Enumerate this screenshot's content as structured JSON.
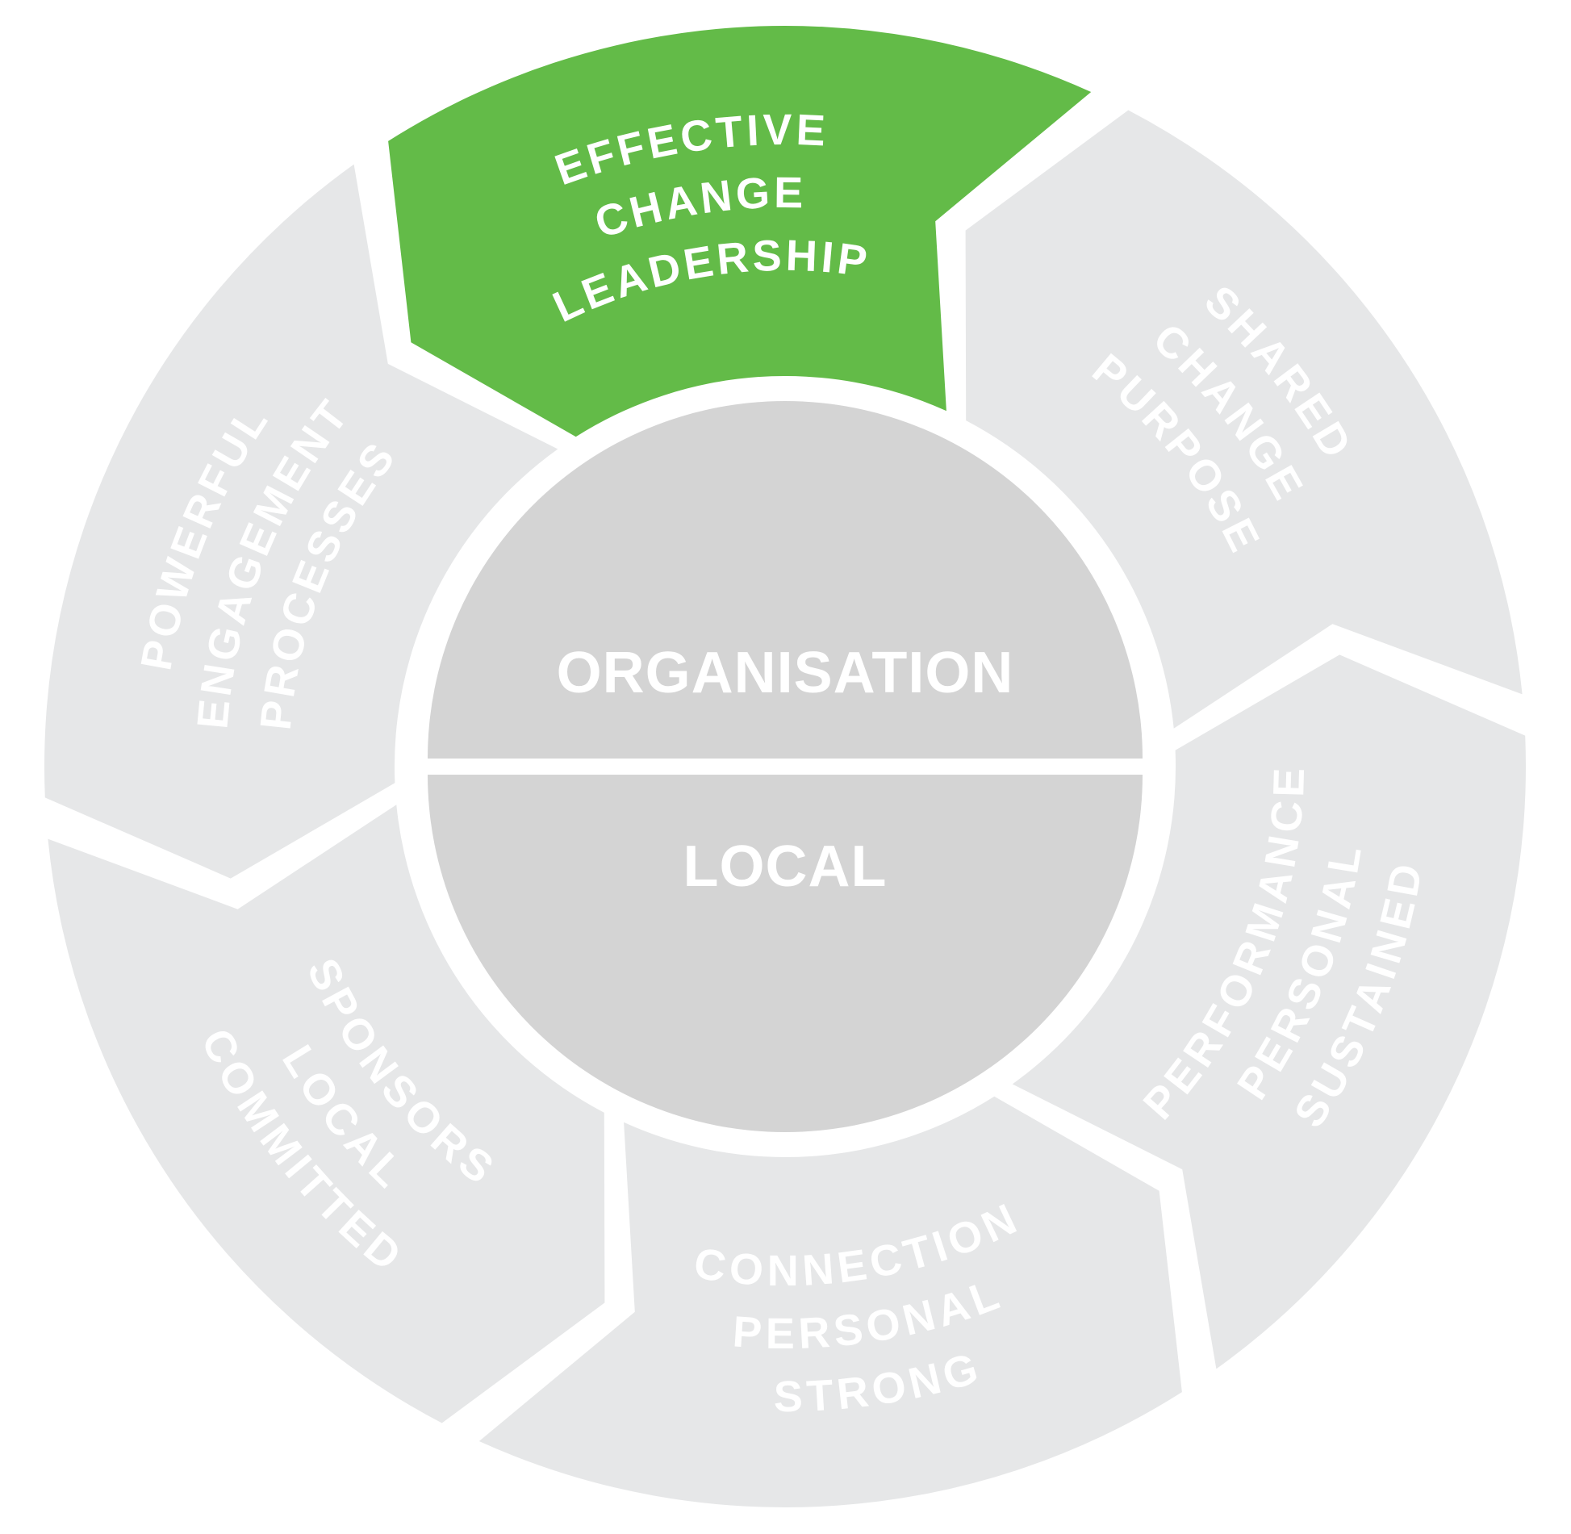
{
  "colors": {
    "highlight": "#63bb48",
    "segment": "#e6e7e8",
    "core": "#d4d4d4",
    "segment_text": "#ffffff",
    "background": "#ffffff"
  },
  "segments": [
    {
      "id": "leadership",
      "lines": [
        "EFFECTIVE",
        "CHANGE",
        "LEADERSHIP"
      ],
      "highlighted": true
    },
    {
      "id": "engagement",
      "lines": [
        "POWERFUL",
        "ENGAGEMENT",
        "PROCESSES"
      ],
      "highlighted": false
    },
    {
      "id": "sponsors",
      "lines": [
        "COMMITTED",
        "LOCAL",
        "SPONSORS"
      ],
      "highlighted": false
    },
    {
      "id": "connection",
      "lines": [
        "STRONG",
        "PERSONAL",
        "CONNECTION"
      ],
      "highlighted": false
    },
    {
      "id": "performance",
      "lines": [
        "SUSTAINED",
        "PERSONAL",
        "PERFORMANCE"
      ],
      "highlighted": false
    },
    {
      "id": "purpose",
      "lines": [
        "SHARED",
        "CHANGE",
        "PURPOSE"
      ],
      "highlighted": false
    }
  ],
  "core": {
    "top_label": "ORGANISATION",
    "bottom_label": "LOCAL"
  }
}
